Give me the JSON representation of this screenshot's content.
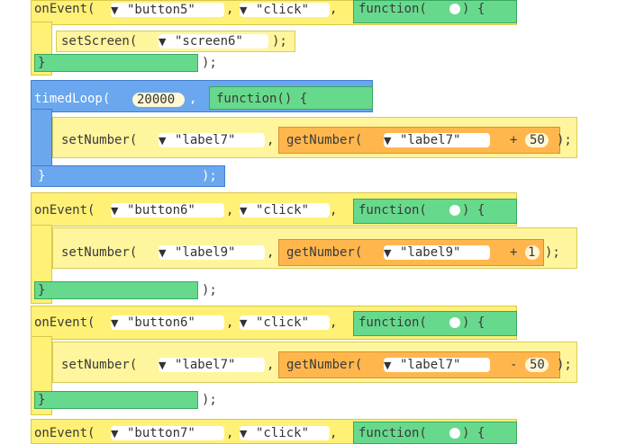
{
  "blocks": [
    {
      "onEvent": "onEvent(",
      "target": "\"button5\"",
      "event": "\"click\"",
      "fn": "function(",
      "close_fn": ") {",
      "inner": "setScreen(",
      "inner_arg": "\"screen6\"",
      "inner_close": ");",
      "closing": ");"
    },
    {
      "timedLoop": "timedLoop(",
      "interval": "20000",
      "comma": ",",
      "fn": "function() {",
      "inner": "setNumber(",
      "label": "\"label7\"",
      "get": "getNumber(",
      "get_label": "\"label7\"",
      "op": "+",
      "value": "50",
      "inner_close": ");",
      "closing": ");"
    },
    {
      "onEvent": "onEvent(",
      "target": "\"button6\"",
      "event": "\"click\"",
      "fn": "function(",
      "close_fn": ") {",
      "inner": "setNumber(",
      "label": "\"label9\"",
      "get": "getNumber(",
      "get_label": "\"label9\"",
      "op": "+",
      "value": "1",
      "inner_close": ");",
      "closing": ");"
    },
    {
      "onEvent": "onEvent(",
      "target": "\"button6\"",
      "event": "\"click\"",
      "fn": "function(",
      "close_fn": ") {",
      "inner": "setNumber(",
      "label": "\"label7\"",
      "get": "getNumber(",
      "get_label": "\"label7\"",
      "op": "-",
      "value": "50",
      "inner_close": ");",
      "closing": ");"
    },
    {
      "onEvent": "onEvent(",
      "target": "\"button7\"",
      "event": "\"click\"",
      "fn": "function(",
      "close_fn": ") {"
    }
  ],
  "colors": {
    "yellow": "#fff176",
    "green": "#67d98c",
    "blue": "#6aa7ee",
    "orange": "#ffb74d"
  },
  "icons": {
    "dropdown_arrow": "▼",
    "brace_close": "}"
  }
}
